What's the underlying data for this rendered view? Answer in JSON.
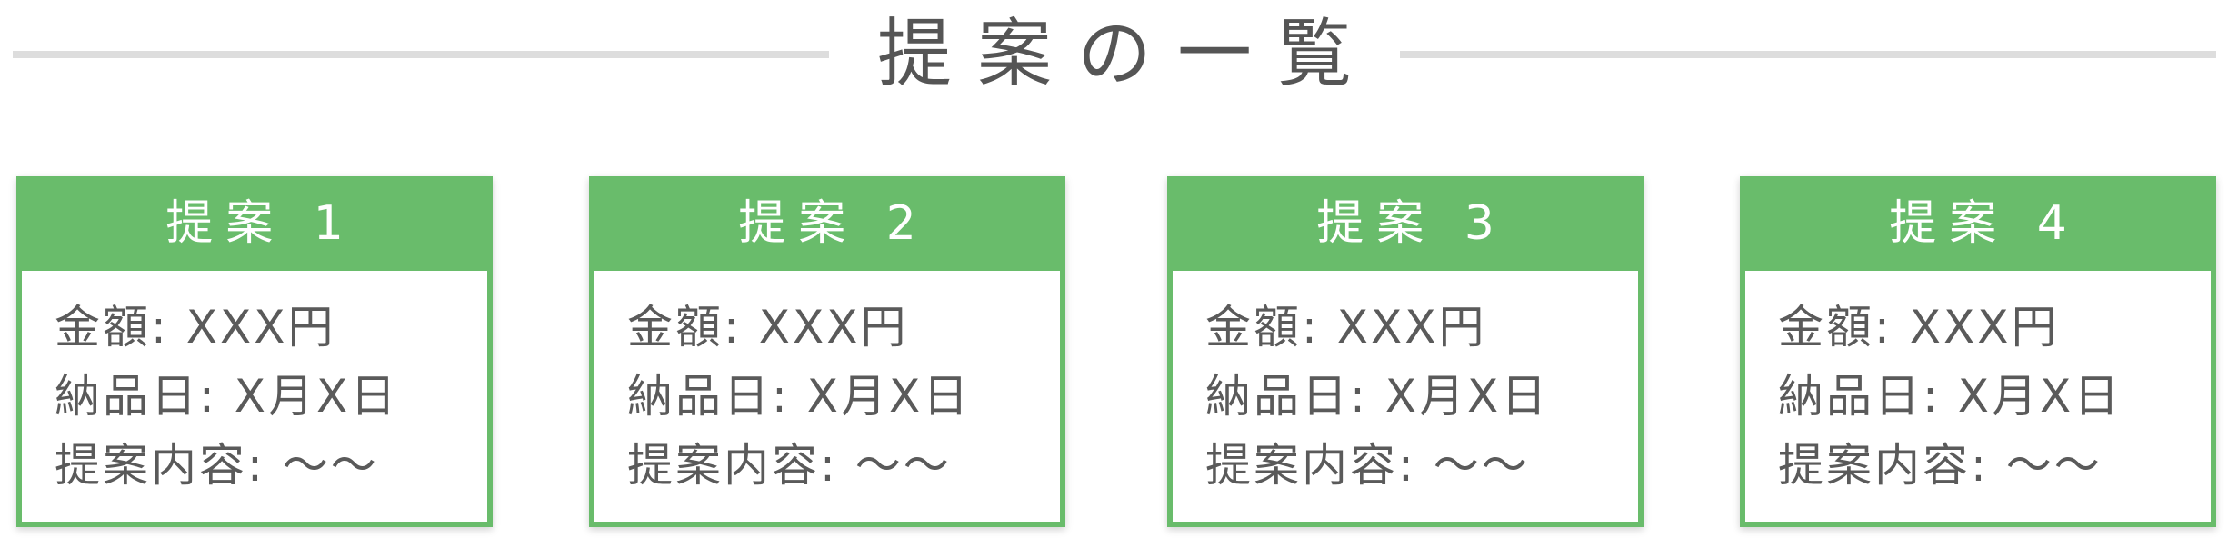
{
  "page": {
    "title": "提案の一覧"
  },
  "proposals": [
    {
      "title": "提案 1",
      "amount": "金額: XXX円",
      "delivery": "納品日: X月X日",
      "content": "提案内容: 〜〜"
    },
    {
      "title": "提案 2",
      "amount": "金額: XXX円",
      "delivery": "納品日: X月X日",
      "content": "提案内容: 〜〜"
    },
    {
      "title": "提案 3",
      "amount": "金額: XXX円",
      "delivery": "納品日: X月X日",
      "content": "提案内容: 〜〜"
    },
    {
      "title": "提案 4",
      "amount": "金額: XXX円",
      "delivery": "納品日: X月X日",
      "content": "提案内容: 〜〜"
    }
  ],
  "colors": {
    "accent": "#69bc6b",
    "text": "#555555",
    "rule": "#dddddd"
  }
}
